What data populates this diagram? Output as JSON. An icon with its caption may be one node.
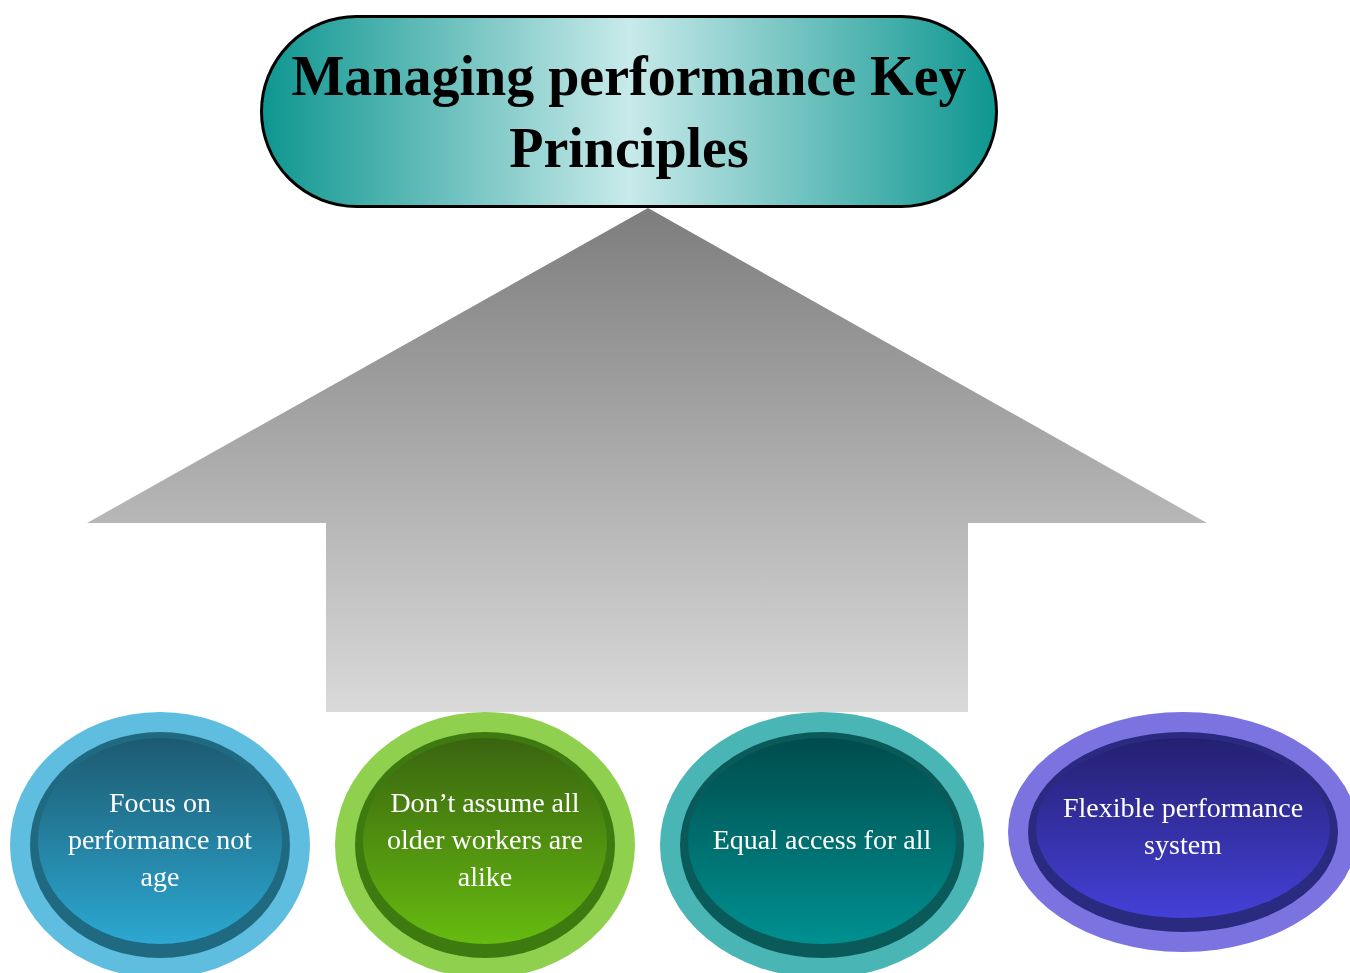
{
  "diagram": {
    "nodes": [
      {
        "text": [
          "Managing performance Key Principles"
        ]
      },
      {
        "text": [
          "Focus on performance not age"
        ]
      },
      {
        "text": [
          "Don’t assume all older workers are alike"
        ]
      },
      {
        "text": [
          "Equal access for all"
        ]
      },
      {
        "text": [
          "Flexible performance system"
        ]
      }
    ],
    "edges": [
      {
        "from": 1,
        "to": 0,
        "arrow": "to"
      },
      {
        "from": 2,
        "to": 0,
        "arrow": "to"
      },
      {
        "from": 3,
        "to": 0,
        "arrow": "to"
      },
      {
        "from": 4,
        "to": 0,
        "arrow": "to"
      }
    ]
  }
}
